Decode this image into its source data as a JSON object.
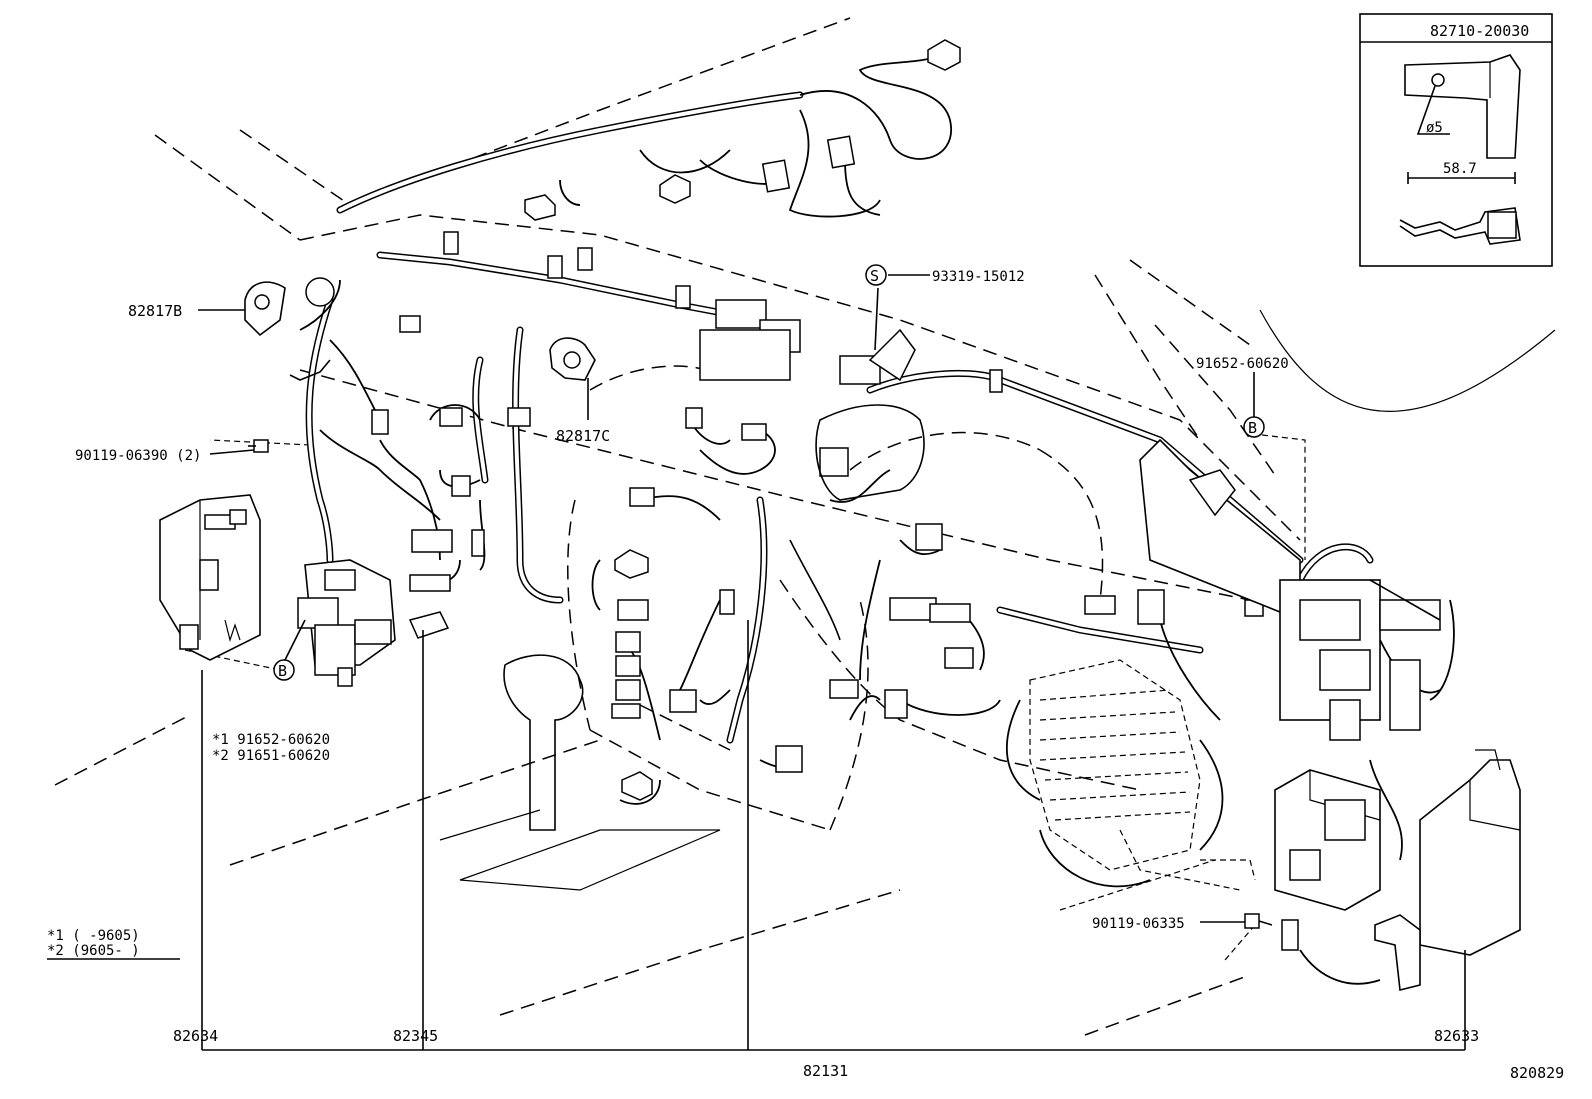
{
  "inset": {
    "title": "82710-20030",
    "diameter_label": "ø5",
    "length_label": "58.7"
  },
  "callouts": {
    "p82817b": "82817B",
    "p82817c": "82817C",
    "p90119_06390": "90119-06390 (2)",
    "p93319_15012": "93319-15012",
    "screw_symbol": "S",
    "p91652_right": "91652-60620",
    "b_symbol_right": "B",
    "b_symbol_left": "B",
    "p91652_left": "*1  91652-60620",
    "p91651_left": "*2  91651-60620",
    "p90119_06335": "90119-06335"
  },
  "footnotes": {
    "note1": "*1 (        -9605)",
    "note2": "*2 (9605-        )"
  },
  "bottom_labels": {
    "p82634": "82634",
    "p82345": "82345",
    "p82131": "82131",
    "p82633": "82633",
    "diagram_id": "820829"
  }
}
